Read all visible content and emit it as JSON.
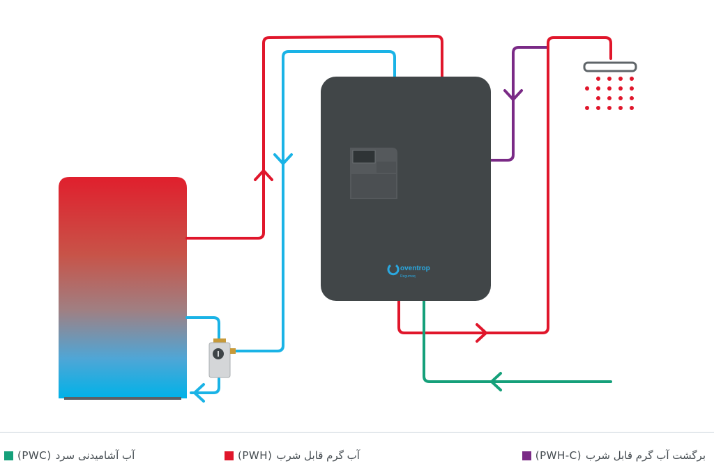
{
  "brand": {
    "logo_text": "oventrop",
    "logo_subtext": "Regumaq"
  },
  "colors": {
    "hot": "#e0162b",
    "cold": "#1ab3e6",
    "circulation": "#7a2a86",
    "potable_cold": "#15a07a",
    "station_body": "#414648",
    "background": "#ffffff"
  },
  "legend": [
    {
      "color": "#7a2a86",
      "code": "(PWH-C)",
      "label": "برگشت آب گرم قابل شرب"
    },
    {
      "color": "#e0162b",
      "code": "(PWH)",
      "label": "آب گرم قابل شرب"
    },
    {
      "color": "#15a07a",
      "code": "(PWC)",
      "label": "آب آشامیدنی سرد"
    }
  ]
}
